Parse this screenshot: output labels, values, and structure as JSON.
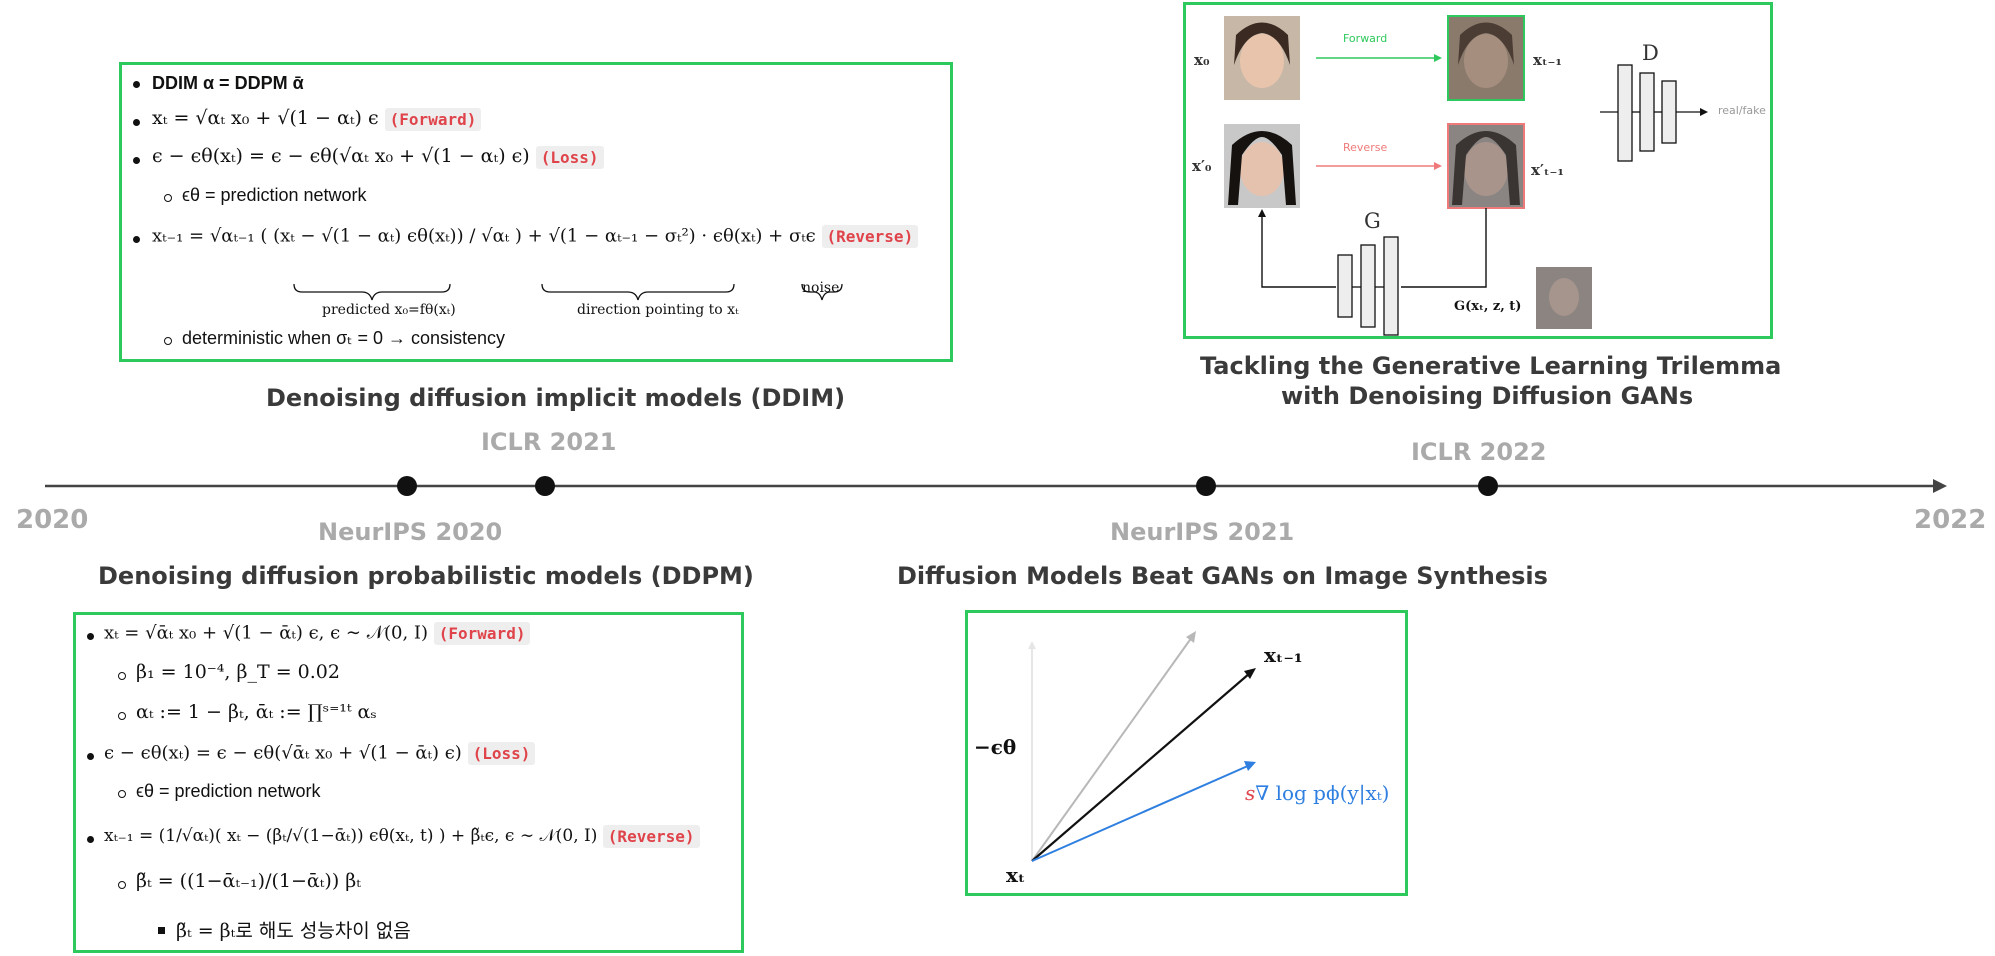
{
  "timeline": {
    "start_year": "2020",
    "end_year": "2022",
    "venues": [
      "ICLR 2021",
      "ICLR 2022",
      "NeurIPS 2020",
      "NeurIPS 2021"
    ]
  },
  "papers": {
    "ddim": {
      "title": "Denoising diffusion implicit models (DDIM)",
      "items": [
        "DDIM α = DDPM ᾱ",
        "xₜ = √αₜ x₀ + √(1 − αₜ) ϵ",
        "ϵ − ϵθ(xₜ) = ϵ − ϵθ(√αₜ x₀ + √(1 − αₜ) ϵ)",
        "ϵθ = prediction network",
        "xₜ₋₁ = √αₜ₋₁ ( (xₜ − √(1 − αₜ) ϵθ(xₜ)) / √αₜ ) + √(1 − αₜ₋₁ − σₜ²) · ϵθ(xₜ) + σₜϵ",
        "predicted x₀=fθ(xₜ)",
        "direction pointing to xₜ",
        "noise",
        "deterministic when σₜ = 0 → consistency"
      ],
      "tags": [
        "(Forward)",
        "(Loss)",
        "(Reverse)"
      ]
    },
    "ddpm": {
      "title": "Denoising diffusion probabilistic models (DDPM)",
      "items": [
        "xₜ = √ᾱₜ x₀ + √(1 − ᾱₜ) ϵ, ϵ ∼ 𝒩(0, I)",
        "β₁ = 10⁻⁴, β_T = 0.02",
        "αₜ := 1 − βₜ, ᾱₜ := ∏ˢ⁼¹ᵗ αₛ",
        "ϵ − ϵθ(xₜ) = ϵ − ϵθ(√ᾱₜ x₀ + √(1 − ᾱₜ) ϵ)",
        "ϵθ = prediction network",
        "xₜ₋₁ = (1/√αₜ)( xₜ − (βₜ/√(1−ᾱₜ)) ϵθ(xₜ, t) ) + β̃ₜϵ, ϵ ∼ 𝒩(0, I)",
        "β̃ₜ = ((1−ᾱₜ₋₁)/(1−ᾱₜ)) βₜ",
        "β̃ₜ = βₜ로 해도 성능차이 없음"
      ],
      "tags": [
        "(Forward)",
        "(Loss)",
        "(Reverse)"
      ]
    },
    "ddgan": {
      "title_line1": "Tackling the Generative Learning Trilemma",
      "title_line2": "with Denoising Diffusion GANs",
      "labels": {
        "x0": "x₀",
        "x0p": "x′₀",
        "xt1": "xₜ₋₁",
        "xt1p": "x′ₜ₋₁",
        "forward": "Forward",
        "reverse": "Reverse",
        "D": "D",
        "G": "G",
        "realfake": "real/fake",
        "gfun": "G(xₜ, z, t)"
      }
    },
    "beatgans": {
      "title": "Diffusion Models Beat GANs on Image Synthesis",
      "labels": {
        "xt": "xₜ",
        "xt1": "xₜ₋₁",
        "eps": "−ϵθ",
        "guid_s": "s",
        "guid": "∇ log pϕ(y|xₜ)"
      }
    }
  },
  "colors": {
    "box_border": "#2ec95c",
    "tag_text": "#e0444b",
    "forward_green": "#2ec95c",
    "reverse_red": "#f07a7a",
    "guidance_blue": "#2f7fe0"
  }
}
